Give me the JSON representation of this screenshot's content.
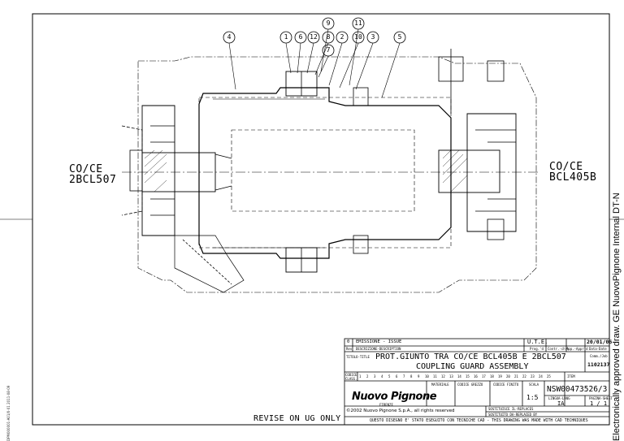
{
  "balloons": [
    "4",
    "1",
    "6",
    "12",
    "8",
    "2",
    "10",
    "3",
    "5",
    "9",
    "11",
    "7"
  ],
  "left_label": {
    "line1": "CO/CE",
    "line2": "2BCL507"
  },
  "right_label": {
    "line1": "CO/CE",
    "line2": "BCL405B"
  },
  "revise_note": "REVISE ON UG ONLY",
  "side_note": "Electronically approved draw. GE NuovoPignone Internal DT-N",
  "scan_note": "DPM000001-A01/0-01 2011-08-09",
  "title_block": {
    "rev_no": "0",
    "rev_desc": "EMISSIONE - ISSUE",
    "rev_header": "Rev",
    "rev_header_desc": "DESCRIZIONE-DESCRIPTION",
    "ute": "U.T.E.",
    "ute_sub": "Prog.'d",
    "sig1": "Contr.-ch'k",
    "sig2": "App.-Appr'd",
    "data_label": "Data-Date",
    "date": "20/01/06",
    "title_label": "TITOLO-TITLE",
    "title_it": "PROT.GIUNTO TRA CO/CE BCL405B E 2BCL507",
    "title_en": "COUPLING GUARD ASSEMBLY",
    "comm_label": "Comm./Job",
    "comm": "1102137",
    "class_label": "CODICE CLASS.",
    "class_numbers": [
      "1",
      "2",
      "3",
      "4",
      "5",
      "6",
      "7",
      "8",
      "9",
      "10",
      "11",
      "12",
      "13",
      "14",
      "15",
      "16",
      "17",
      "18",
      "19",
      "20",
      "21",
      "22",
      "23",
      "24",
      "25"
    ],
    "item_label": "ITEM",
    "company": "Nuovo Pignone",
    "city": "FIRENZE",
    "materiale": "MATERIALE",
    "codice_grezzo": "CODICE GREZZO",
    "codice_finito": "CODICE FINITO",
    "scala_label": "SCALA",
    "scale": "1:5",
    "drawing_no": "NSW00473526",
    "drawing_suffix": "/3",
    "lingua_label": "LINGUA-LANG",
    "lang": "IA",
    "pagina_label": "PAGINA-SHEET",
    "sheet": "1 / 1",
    "copyright": "©2002 Nuovo Pignone S.p.A., all rights reserved",
    "sostituisce": "SOSTITUISCE IL-REPLACES",
    "sostituito": "SOSTITUITO DA-REPLACED BY",
    "cad_note": "QUESTO DISEGNO E' STATO ESEGUITO CON TECNICHE CAD - THIS DRAWING WAS MADE WITH CAD TECHNIQUES"
  }
}
